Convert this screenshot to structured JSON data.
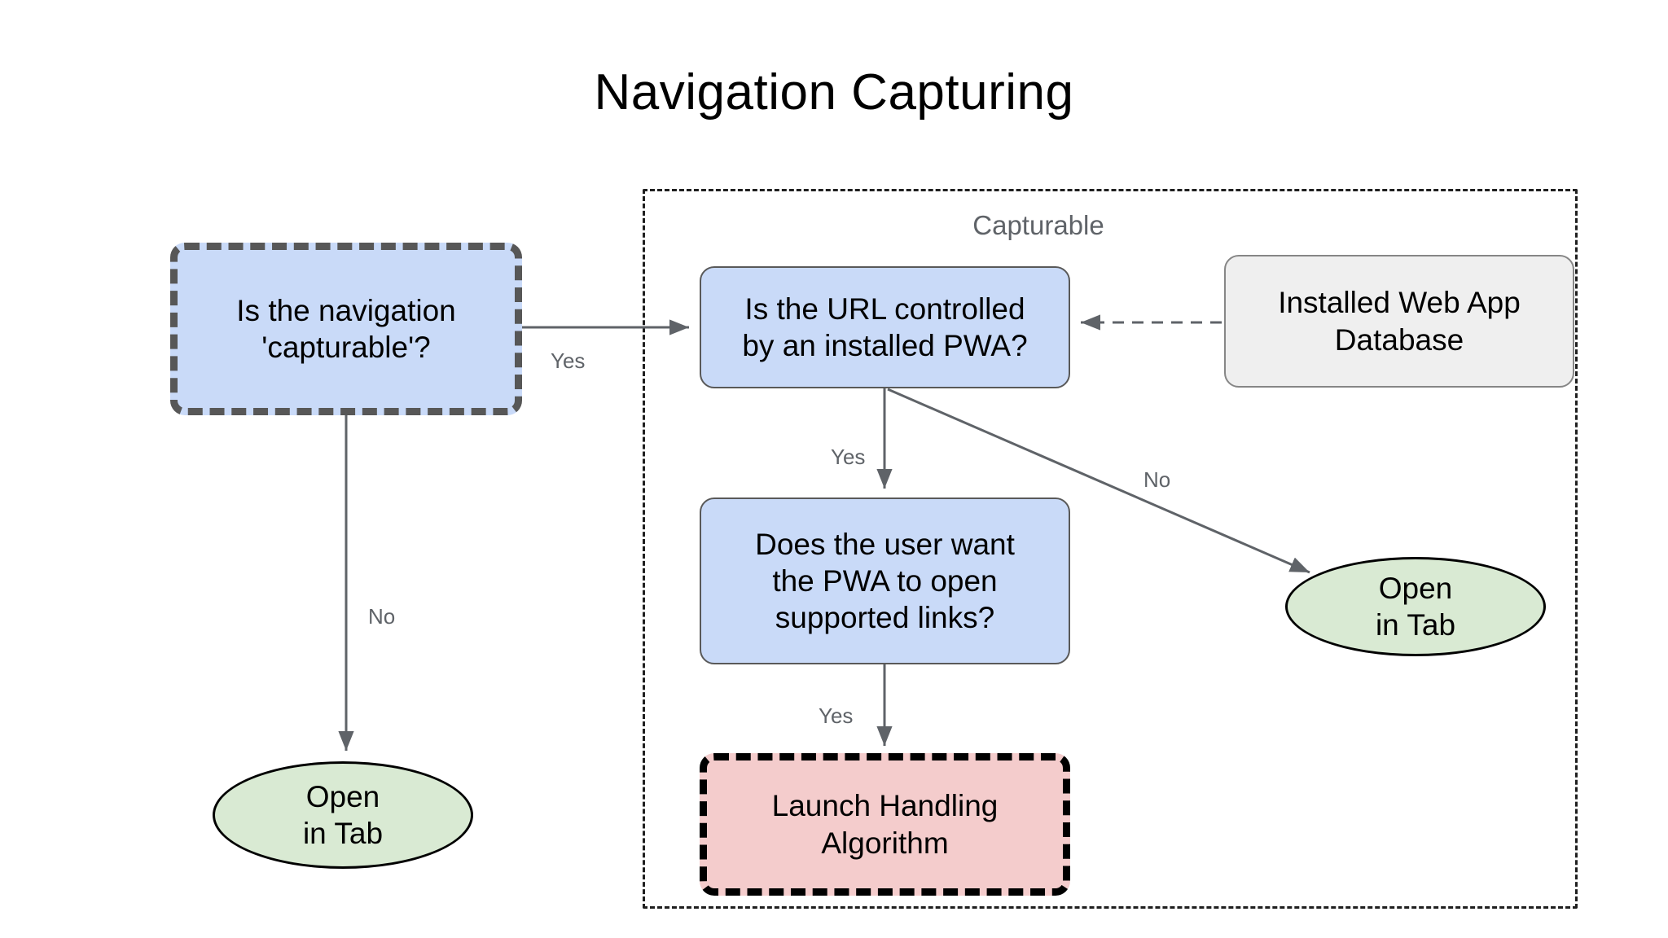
{
  "title": "Navigation Capturing",
  "group": {
    "label": "Capturable"
  },
  "nodes": {
    "capturable": {
      "label": "Is the navigation\n'capturable'?",
      "fill": "#c9daf8",
      "stroke": "#575757",
      "shape": "rounded-rect-dashed"
    },
    "url_controlled": {
      "label": "Is the URL controlled\nby an installed PWA?",
      "fill": "#c9daf8",
      "stroke": "#595959",
      "shape": "rounded-rect"
    },
    "installed_db": {
      "label": "Installed Web App\nDatabase",
      "fill": "#efefef",
      "stroke": "#868686",
      "shape": "rounded-rect"
    },
    "user_wants": {
      "label": "Does the user want\nthe PWA to open\nsupported links?",
      "fill": "#c9daf8",
      "stroke": "#595959",
      "shape": "rounded-rect"
    },
    "launch_handling": {
      "label": "Launch Handling\nAlgorithm",
      "fill": "#f4cccc",
      "stroke": "#000000",
      "shape": "rounded-rect-dashed"
    },
    "open_tab_left": {
      "label": "Open\nin Tab",
      "fill": "#d9ead3",
      "stroke": "#000000",
      "shape": "ellipse"
    },
    "open_tab_right": {
      "label": "Open\nin Tab",
      "fill": "#d9ead3",
      "stroke": "#000000",
      "shape": "ellipse"
    }
  },
  "edges": [
    {
      "id": "capturable-yes",
      "from": "capturable",
      "to": "url_controlled",
      "label": "Yes",
      "style": "solid"
    },
    {
      "id": "capturable-no",
      "from": "capturable",
      "to": "open_tab_left",
      "label": "No",
      "style": "solid"
    },
    {
      "id": "db-lookup",
      "from": "installed_db",
      "to": "url_controlled",
      "label": "",
      "style": "dashed"
    },
    {
      "id": "url-yes",
      "from": "url_controlled",
      "to": "user_wants",
      "label": "Yes",
      "style": "solid"
    },
    {
      "id": "url-no",
      "from": "url_controlled",
      "to": "open_tab_right",
      "label": "No",
      "style": "solid"
    },
    {
      "id": "user-yes",
      "from": "user_wants",
      "to": "launch_handling",
      "label": "Yes",
      "style": "solid"
    }
  ],
  "colors": {
    "background": "#ffffff",
    "text": "#000000",
    "edge": "#5f6368",
    "label": "#5f6368",
    "blue": "#c9daf8",
    "green": "#d9ead3",
    "pink": "#f4cccc",
    "gray": "#efefef"
  }
}
